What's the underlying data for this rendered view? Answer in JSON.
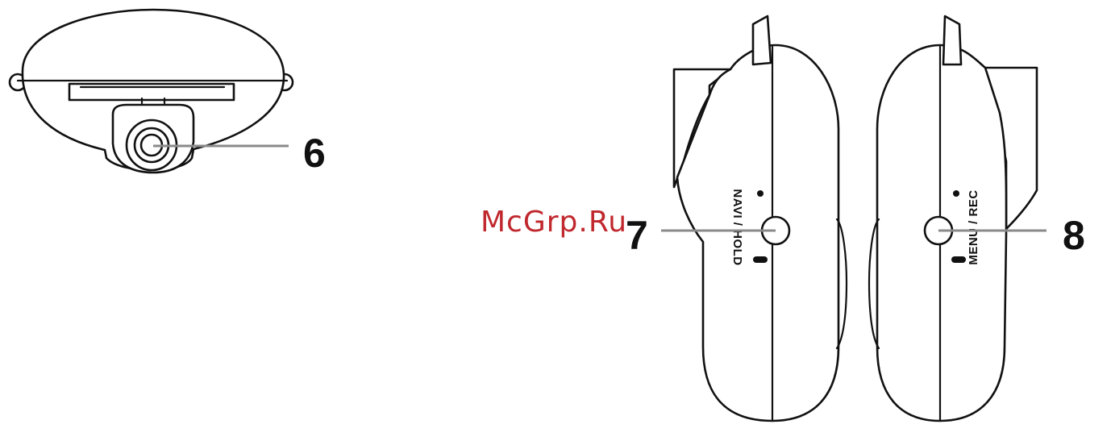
{
  "callouts": {
    "top_lens": "6",
    "left_button": "7",
    "right_button": "8"
  },
  "button_labels": {
    "left": "NAVI / HOLD",
    "right": "MENU / REC"
  },
  "watermark": {
    "text": "McGrp.Ru",
    "color": "#c0282d"
  },
  "colors": {
    "line": "#111111",
    "leader": "#8a8a8a",
    "background": "#ffffff"
  }
}
